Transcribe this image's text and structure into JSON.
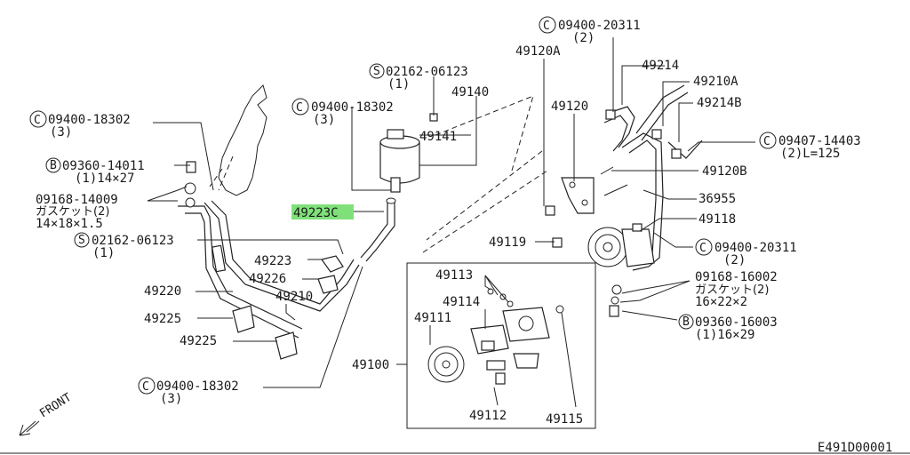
{
  "diagram_code": "E491D00001",
  "front_label": "FRONT",
  "highlight_color": "#7fe07a",
  "labels": {
    "c09400_18302_top": {
      "code": "09400-18302",
      "qty": "(3)"
    },
    "b09360_14011": {
      "code": "09360-14011",
      "qty": "(1)14×27"
    },
    "gasket_left": {
      "code": "09168-14009",
      "name": "ガスケット(2)",
      "size": "14×18×1.5"
    },
    "s02162_06123_left": {
      "code": "02162-06123",
      "qty": "(1)"
    },
    "p49223": "49223",
    "p49226": "49226",
    "p49210": "49210",
    "p49220": "49220",
    "p49225_a": "49225",
    "p49225_b": "49225",
    "c09400_18302_bottom": {
      "code": "09400-18302",
      "qty": "(3)"
    },
    "s02162_06123_top": {
      "code": "02162-06123",
      "qty": "(1)"
    },
    "p49140": "49140",
    "c09400_18302_mid": {
      "code": "09400-18302",
      "qty": "(3)"
    },
    "p49141": "49141",
    "p49223c": "49223C",
    "c09400_20311_top": {
      "code": "09400-20311",
      "qty": "(2)"
    },
    "p49120a": "49120A",
    "p49214": "49214",
    "p49210a": "49210A",
    "p49120": "49120",
    "p49214b": "49214B",
    "c09407_14403": {
      "code": "09407-14403",
      "qty": "(2)L=125"
    },
    "p49120b": "49120B",
    "p36955": "36955",
    "p49118": "49118",
    "p49119": "49119",
    "c09400_20311_right": {
      "code": "09400-20311",
      "qty": "(2)"
    },
    "gasket_right": {
      "code": "09168-16002",
      "name": "ガスケット(2)",
      "size": "16×22×2"
    },
    "b09360_16003": {
      "code": "09360-16003",
      "qty": "(1)16×29"
    },
    "p49113": "49113",
    "p49114": "49114",
    "p49111": "49111",
    "p49100": "49100",
    "p49112": "49112",
    "p49115": "49115"
  },
  "prefix": {
    "c": "C",
    "s": "S",
    "b": "B"
  }
}
